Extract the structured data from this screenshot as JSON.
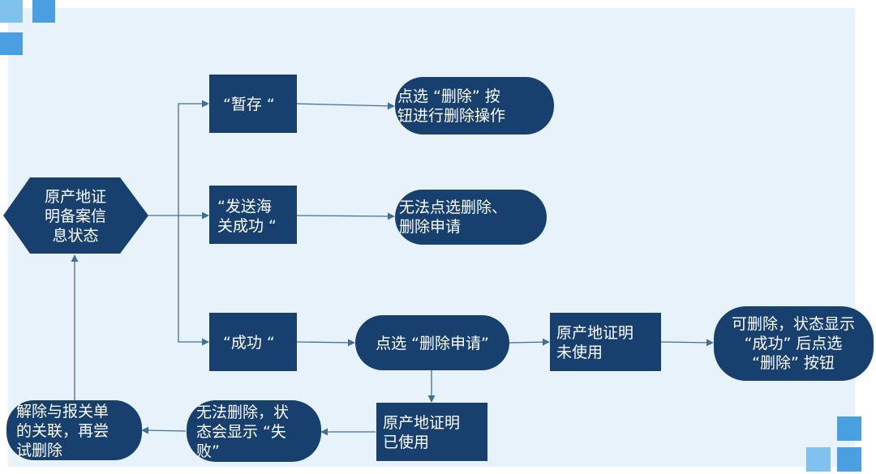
{
  "colors": {
    "node_fill": "#17406f",
    "edge": "#3f6f9e",
    "panel": "#e8f2fb",
    "deco_light": "#7fc2ee",
    "deco_mid": "#4a9fe0"
  },
  "nodes": {
    "start": [
      "原产地证",
      "明备案信",
      "息状态"
    ],
    "draft": [
      "“暂存 “"
    ],
    "sent": [
      "“发送海",
      "关成功 “"
    ],
    "success": [
      "“成功 “"
    ],
    "delete_btn": [
      "点选 “删除” 按",
      "钮进行删除操作"
    ],
    "cannot_delete": [
      "无法点选删除、",
      "删除申请"
    ],
    "delete_request": [
      "点选 “删除申请”"
    ],
    "unused": [
      "原产地证明",
      "未使用"
    ],
    "can_delete": [
      "可删除，状态显示",
      "“成功” 后点选",
      "“删除” 按钮"
    ],
    "used": [
      "原产地证明",
      "已使用"
    ],
    "fail_status": [
      "无法删除，状",
      "态会显示 “失",
      "败”"
    ],
    "unlink": [
      "解除与报关单",
      "的关联，再尝",
      "试删除"
    ]
  }
}
